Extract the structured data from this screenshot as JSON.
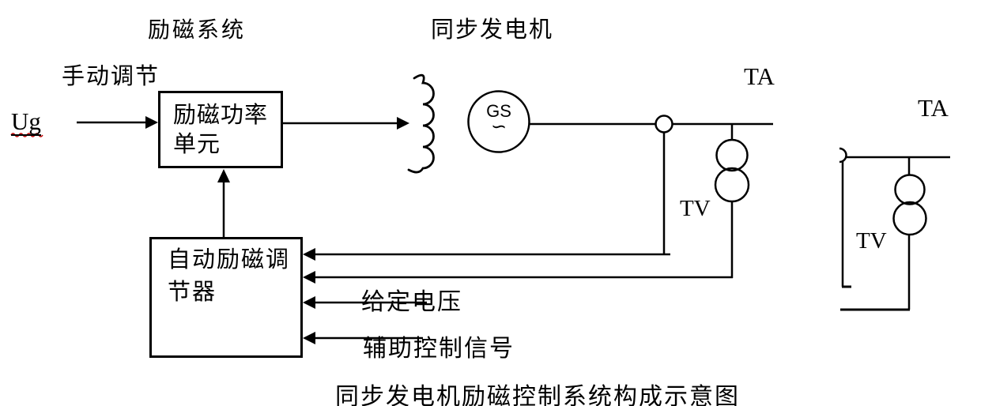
{
  "diagram": {
    "caption": "同步发电机励磁控制系统构成示意图",
    "section_labels": {
      "excitation_system": "励磁系统",
      "sync_generator": "同步发电机"
    },
    "input_labels": {
      "manual_adjust": "手动调节",
      "ug": "Ug",
      "given_voltage": "给定电压",
      "aux_control_signal": "辅助控制信号"
    },
    "blocks": {
      "power_unit": {
        "line1": "励磁功率",
        "line2": "单元"
      },
      "avr": {
        "line1": "自动励磁调",
        "line2": "节器"
      }
    },
    "generator": {
      "label": "GS",
      "ac_symbol": "∽"
    },
    "instrument_labels": {
      "ta_left": "TA",
      "ta_right": "TA",
      "tv_left": "TV",
      "tv_right": "TV"
    },
    "colors": {
      "ink": "#000000",
      "background": "#ffffff",
      "spellcheck_underline": "#c00000"
    }
  }
}
